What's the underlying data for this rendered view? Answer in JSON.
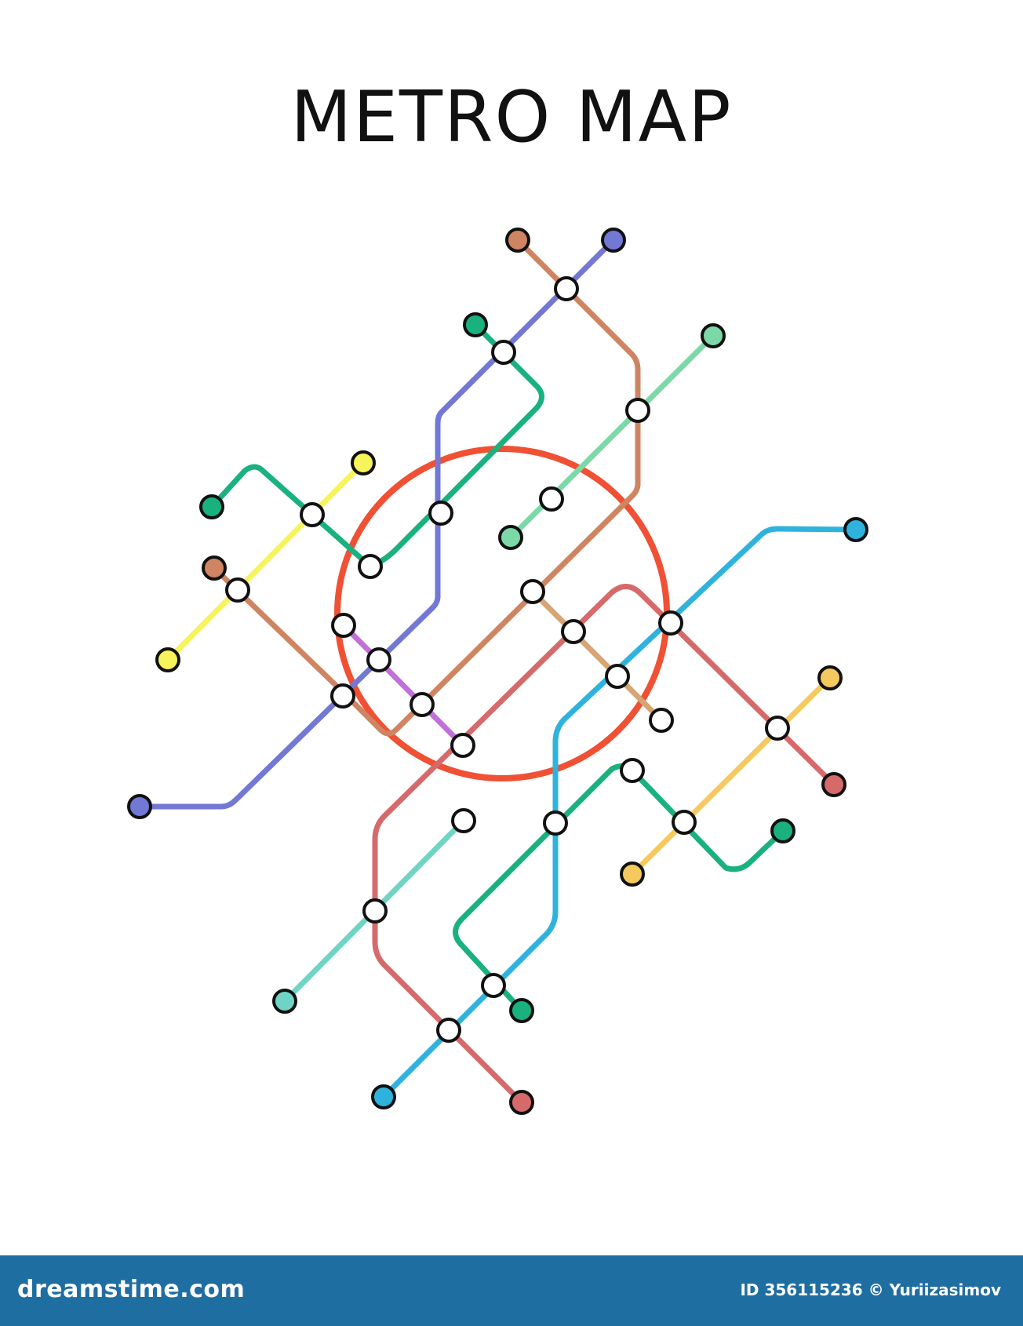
{
  "title": "METRO MAP",
  "footer": {
    "brand": "dreamstime.com",
    "image_id": "ID 356115236 © Yuriizasimov"
  },
  "colors": {
    "ring": "#f05033",
    "blue": "#7278d4",
    "green": "#19b27e",
    "brown": "#cf8462",
    "mint": "#7cd8a7",
    "yellow": "#f7f35a",
    "purple": "#c36fd9",
    "tan": "#d7a574",
    "red": "#d66a6a",
    "cyan": "#2eb3dc",
    "orange": "#f5c95d",
    "teal": "#6fd4c4",
    "footer": "#1f6ea2"
  }
}
